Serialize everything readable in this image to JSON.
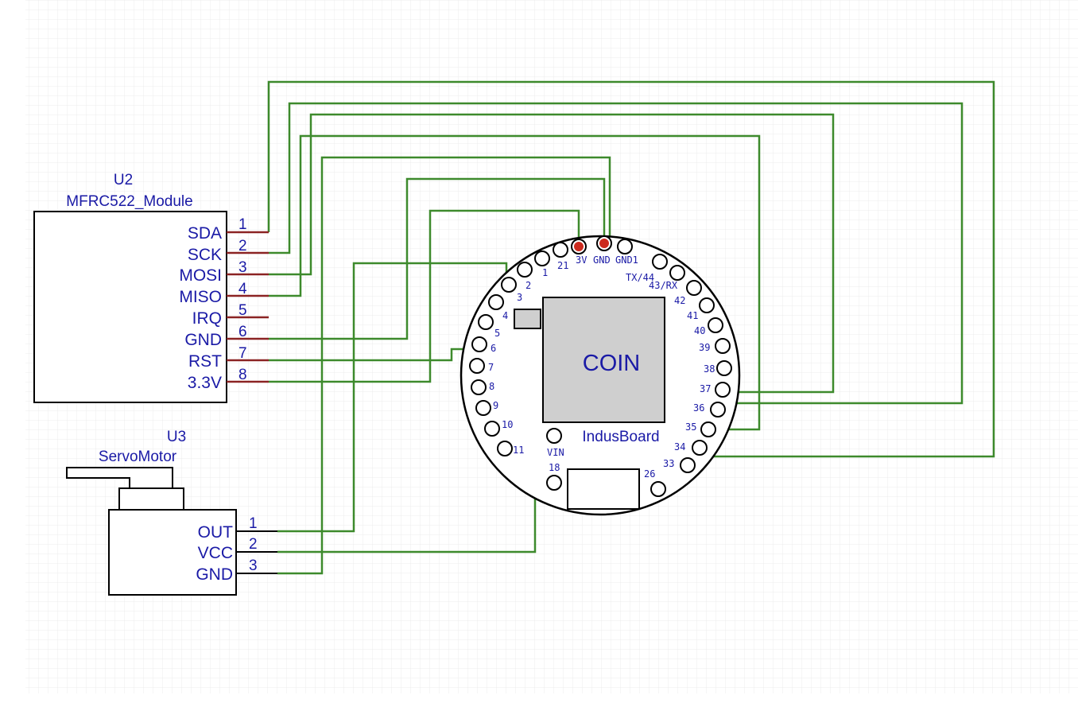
{
  "theme": {
    "grid_color": "#ececec",
    "label_color": "#1a1aa6",
    "wire_color": "#3d8a2c",
    "stub_color": "#8b2323",
    "chip_fill": "#cfcfcf",
    "red_pad": "#cc2a1e"
  },
  "u2": {
    "ref": "U2",
    "name": "MFRC522_Module",
    "pins": [
      {
        "num": "1",
        "label": "SDA"
      },
      {
        "num": "2",
        "label": "SCK"
      },
      {
        "num": "3",
        "label": "MOSI"
      },
      {
        "num": "4",
        "label": "MISO"
      },
      {
        "num": "5",
        "label": "IRQ"
      },
      {
        "num": "6",
        "label": "GND"
      },
      {
        "num": "7",
        "label": "RST"
      },
      {
        "num": "8",
        "label": "3.3V"
      }
    ]
  },
  "u3": {
    "ref": "U3",
    "name": "ServoMotor",
    "pins": [
      {
        "num": "1",
        "label": "OUT"
      },
      {
        "num": "2",
        "label": "VCC"
      },
      {
        "num": "3",
        "label": "GND"
      }
    ]
  },
  "board": {
    "name": "IndusBoard",
    "chip_label": "COIN",
    "pin_labels": {
      "p21": "21",
      "p3v": "3V",
      "pgnd": "GND",
      "pgnd1": "GND1",
      "p1": "1",
      "p2": "2",
      "p3": "3",
      "p4": "4",
      "p5": "5",
      "p6": "6",
      "p7": "7",
      "p8": "8",
      "p9": "9",
      "p10": "10",
      "p11": "11",
      "ptx": "TX/44",
      "prx": "43/RX",
      "p42": "42",
      "p41": "41",
      "p40": "40",
      "p39": "39",
      "p38": "38",
      "p37": "37",
      "p36": "36",
      "p35": "35",
      "p34": "34",
      "p33": "33",
      "pvin": "VIN",
      "p18": "18",
      "p26": "26"
    }
  }
}
